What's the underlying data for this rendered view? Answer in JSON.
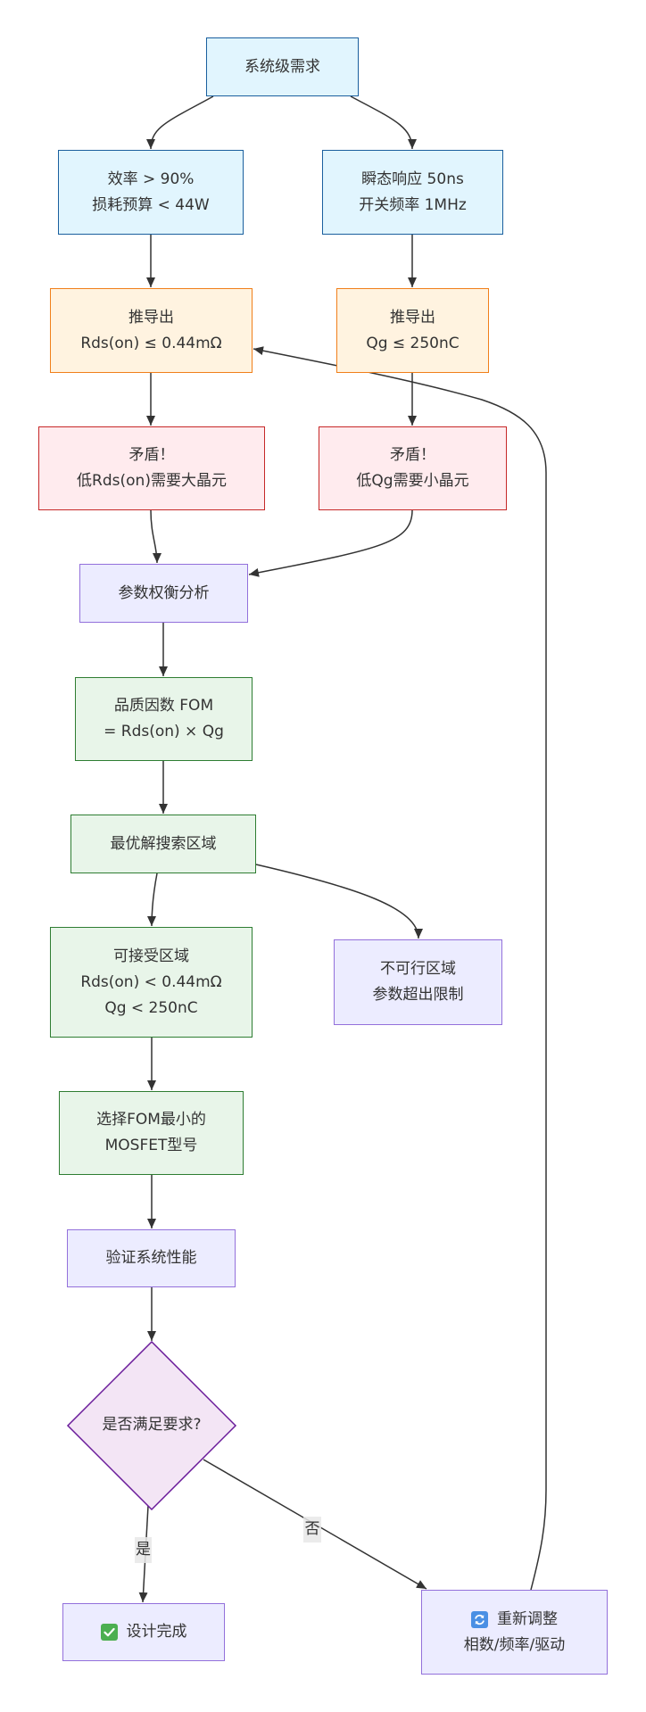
{
  "palette": {
    "requirement": {
      "fill": "#e1f5fe",
      "stroke": "#1a5f9e"
    },
    "derivation": {
      "fill": "#fff3e0",
      "stroke": "#f07f1a"
    },
    "conflict": {
      "fill": "#ffebee",
      "stroke": "#c62828"
    },
    "process": {
      "fill": "#ececff",
      "stroke": "#9370db"
    },
    "solution": {
      "fill": "#e8f5e9",
      "stroke": "#2e7d32"
    },
    "decision": {
      "fill": "#f3e5f5",
      "stroke": "#6a1b9a"
    },
    "edge": "#333333"
  },
  "diagram": {
    "nodes": {
      "system_requirements": {
        "lines": [
          "系统级需求"
        ]
      },
      "efficiency": {
        "lines": [
          "效率 > 90%",
          "损耗预算 < 44W"
        ]
      },
      "transient": {
        "lines": [
          "瞬态响应 50ns",
          "开关频率 1MHz"
        ]
      },
      "derive_rds": {
        "lines": [
          "推导出",
          "Rds(on) ≤ 0.44mΩ"
        ]
      },
      "derive_qg": {
        "lines": [
          "推导出",
          "Qg ≤ 250nC"
        ]
      },
      "conflict_rds": {
        "lines": [
          "矛盾！",
          "低Rds(on)需要大晶元"
        ]
      },
      "conflict_qg": {
        "lines": [
          "矛盾！",
          "低Qg需要小晶元"
        ]
      },
      "tradeoff": {
        "lines": [
          "参数权衡分析"
        ]
      },
      "fom": {
        "lines": [
          "品质因数 FOM",
          "= Rds(on) × Qg"
        ]
      },
      "search": {
        "lines": [
          "最优解搜索区域"
        ]
      },
      "acceptable": {
        "lines": [
          "可接受区域",
          "Rds(on) < 0.44mΩ",
          "Qg < 250nC"
        ]
      },
      "infeasible": {
        "lines": [
          "不可行区域",
          "参数超出限制"
        ]
      },
      "select": {
        "lines": [
          "选择FOM最小的",
          "MOSFET型号"
        ]
      },
      "verify": {
        "lines": [
          "验证系统性能"
        ]
      },
      "decision": {
        "lines": [
          "是否满足要求?"
        ]
      },
      "done": {
        "icon": "check-box-icon",
        "lines": [
          "设计完成"
        ]
      },
      "readjust": {
        "icon": "refresh-icon",
        "lines": [
          "重新调整",
          "相数/频率/驱动"
        ]
      }
    },
    "edge_labels": {
      "yes": "是",
      "no": "否"
    }
  }
}
